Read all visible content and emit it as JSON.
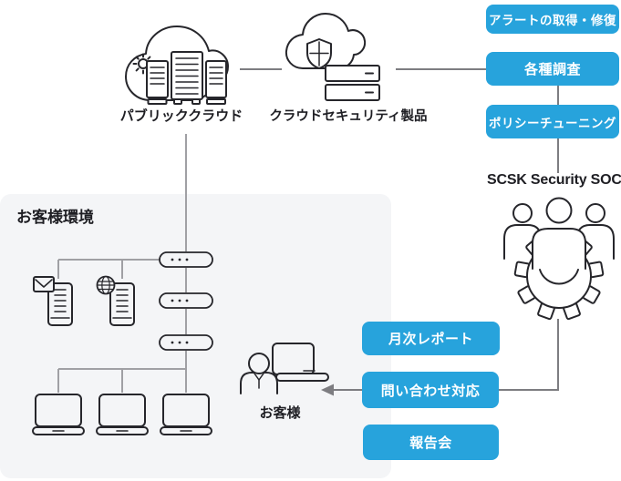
{
  "colors": {
    "accent_blue": "#27a3dc",
    "ink": "#26262b",
    "label_ink": "#1e1e23",
    "connector_gray": "#7d7d81",
    "inner_line_gray": "#a0a0a4",
    "env_box_bg": "#f4f5f7",
    "button_text": "#ffffff"
  },
  "clouds": {
    "public_cloud_label": "パブリッククラウド",
    "security_product_label": "クラウドセキュリティ製品"
  },
  "soc": {
    "title": "SCSK Security SOC",
    "tasks": [
      "アラートの取得・修復",
      "各種調査",
      "ポリシーチューニング"
    ],
    "services": [
      "月次レポート",
      "問い合わせ対応",
      "報告会"
    ]
  },
  "environment": {
    "title": "お客様環境"
  },
  "customer": {
    "label": "お客様"
  },
  "icons": {
    "public_cloud": "cloud-with-servers-and-gear",
    "security_cloud": "cloud-with-shield-and-rack",
    "soc_team": "three-people-over-gear",
    "mail_server": "server-tower-with-envelope",
    "web_server": "server-tower-with-globe",
    "network_device": "pill-with-three-dots",
    "client_pc": "laptop",
    "customer_desk": "person-at-laptop",
    "arrow": "left-arrow"
  }
}
